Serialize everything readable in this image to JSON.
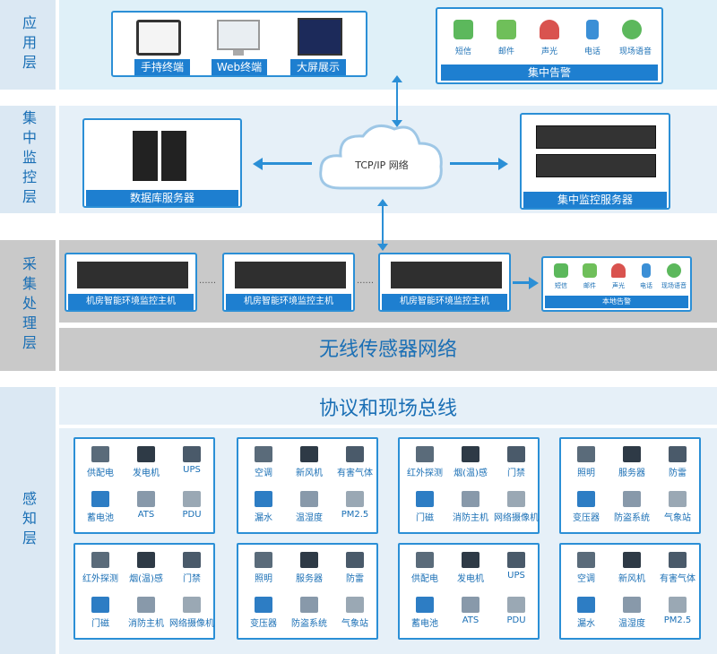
{
  "layers": {
    "app": "应用层",
    "central": "集中监控层",
    "collect": "采集处理层",
    "sense": "感知层"
  },
  "app_terminals": [
    "手持终端",
    "Web终端",
    "大屏展示"
  ],
  "central_alarm": {
    "items": [
      "短信",
      "邮件",
      "声光",
      "电话",
      "现场语音"
    ],
    "title": "集中告警"
  },
  "db_server": "数据库服务器",
  "cloud": "TCP/IP 网络",
  "monitor_server": "集中监控服务器",
  "host_label": "机房智能环境监控主机",
  "dots": "......",
  "local_alarm": {
    "items": [
      "短信",
      "邮件",
      "声光",
      "电话",
      "现场语音"
    ],
    "title": "本地告警"
  },
  "wireless": "无线传感器网络",
  "protocol": "协议和现场总线",
  "sensor_groups": [
    [
      "供配电",
      "发电机",
      "UPS",
      "蓄电池",
      "ATS",
      "PDU"
    ],
    [
      "空调",
      "新风机",
      "有害气体",
      "漏水",
      "温湿度",
      "PM2.5"
    ],
    [
      "红外探测",
      "烟(温)感",
      "门禁",
      "门磁",
      "消防主机",
      "网络摄像机"
    ],
    [
      "照明",
      "服务器",
      "防雷",
      "变压器",
      "防盗系统",
      "气象站"
    ],
    [
      "红外探测",
      "烟(温)感",
      "门禁",
      "门磁",
      "消防主机",
      "网络摄像机"
    ],
    [
      "照明",
      "服务器",
      "防雷",
      "变压器",
      "防盗系统",
      "气象站"
    ],
    [
      "供配电",
      "发电机",
      "UPS",
      "蓄电池",
      "ATS",
      "PDU"
    ],
    [
      "空调",
      "新风机",
      "有害气体",
      "漏水",
      "温湿度",
      "PM2.5"
    ]
  ]
}
